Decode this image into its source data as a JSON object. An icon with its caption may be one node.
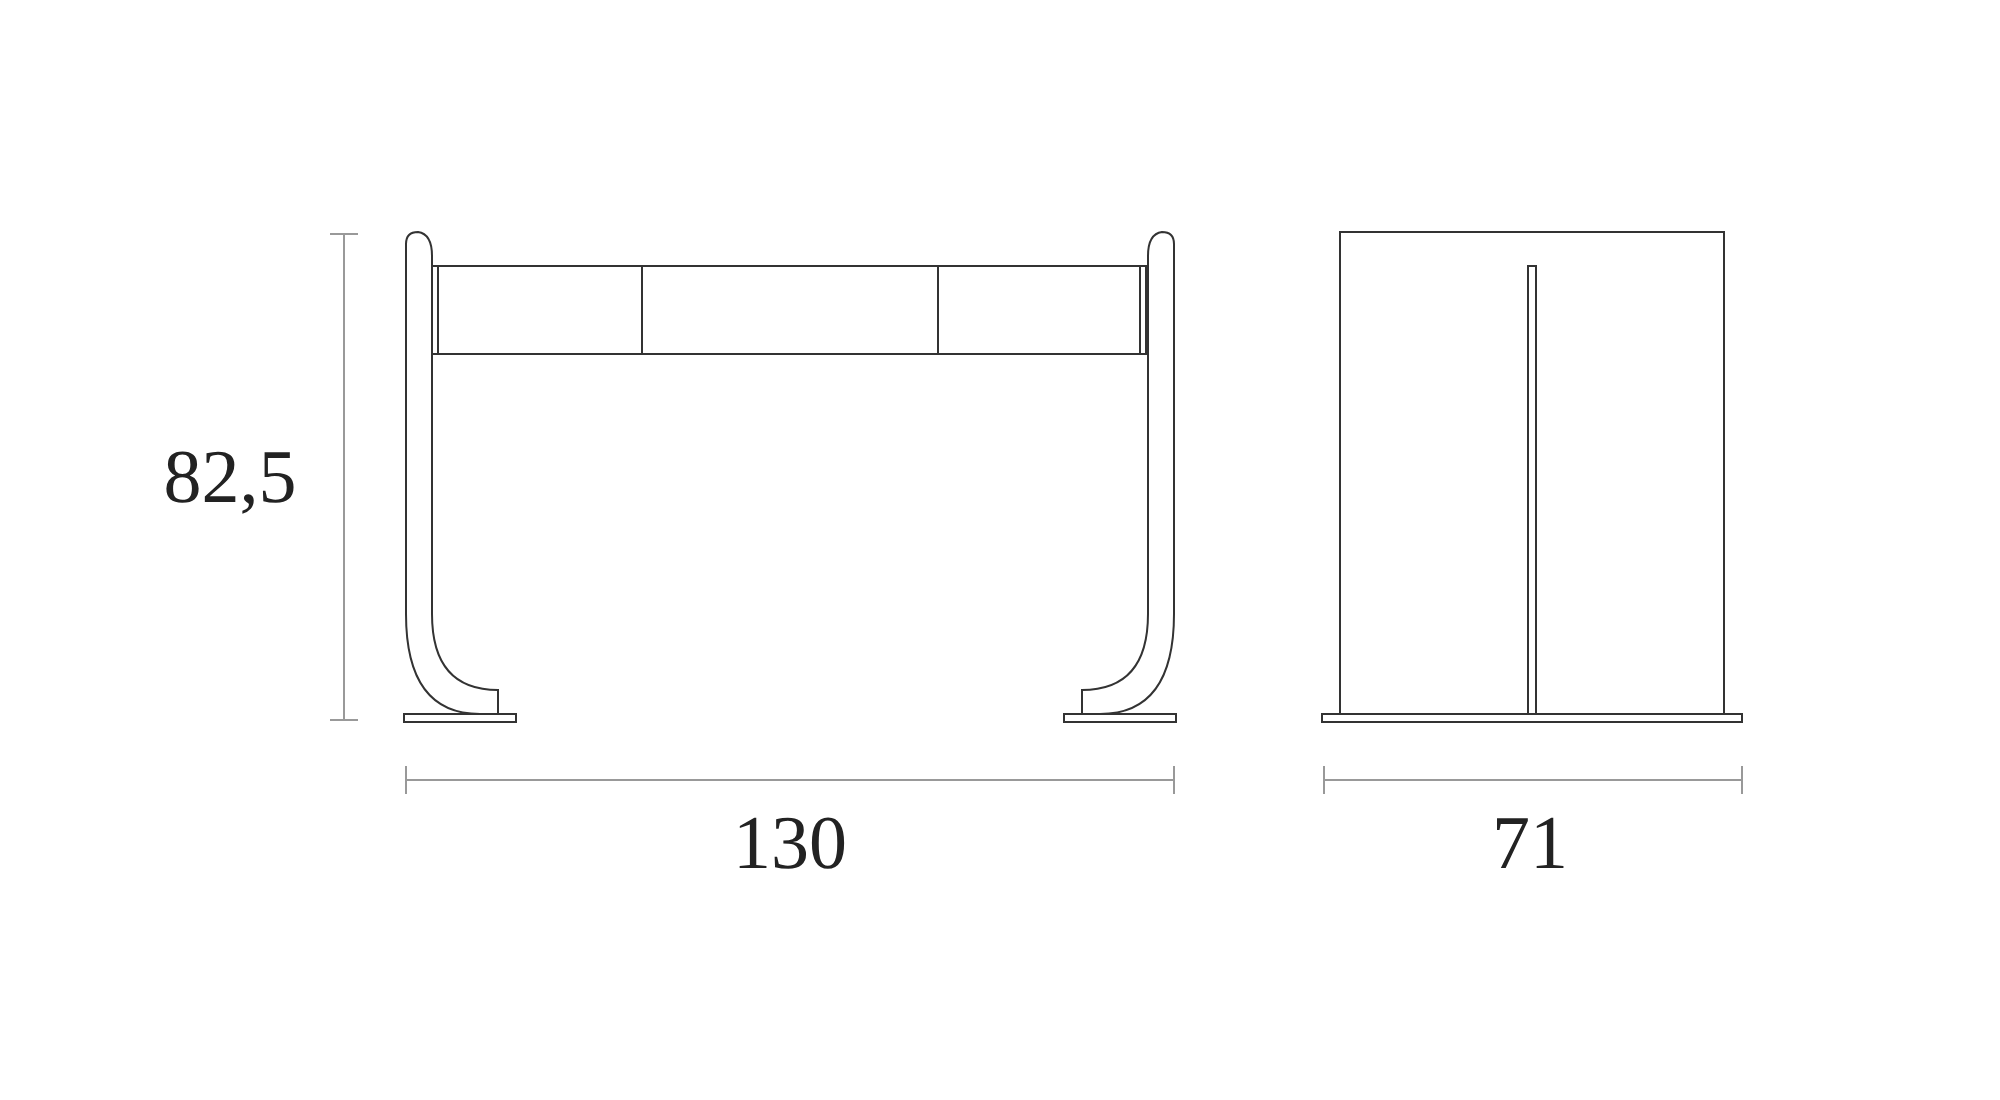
{
  "diagram": {
    "labels": [
      "82,5",
      "130",
      "71"
    ]
  }
}
